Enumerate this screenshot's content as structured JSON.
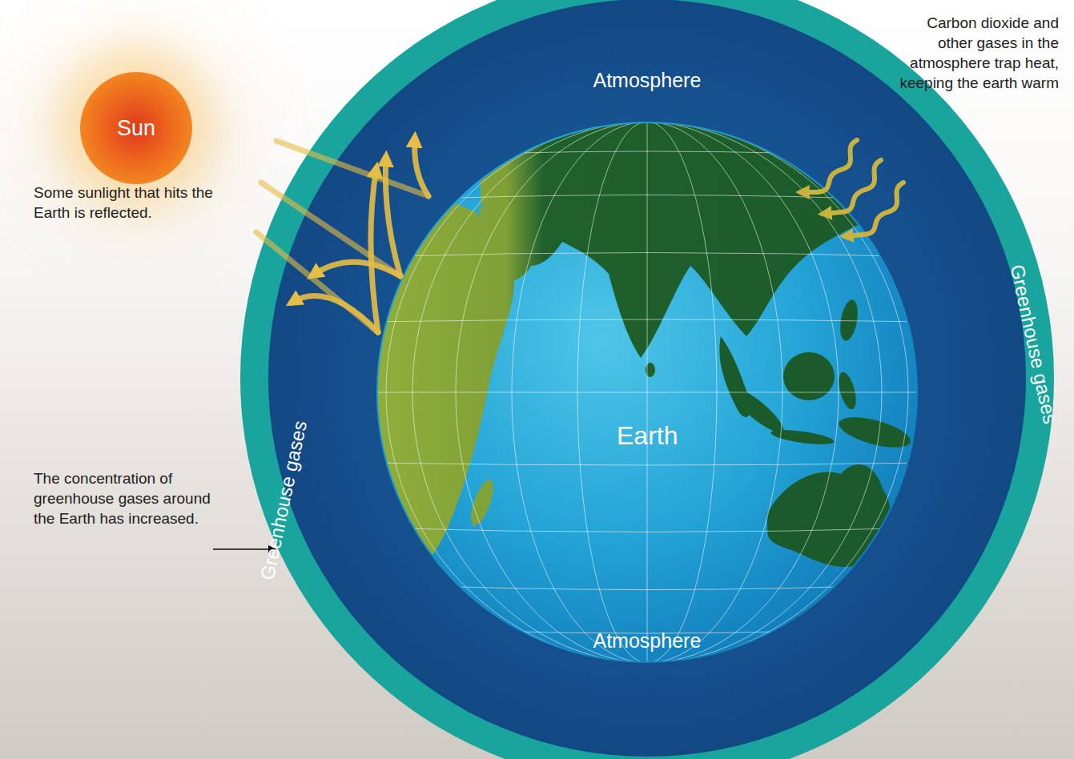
{
  "diagram": {
    "nodes": [
      {
        "text": [
          "Sun"
        ]
      },
      {
        "text": [
          "Greenhouse gases",
          "Greenhouse gases"
        ]
      },
      {
        "text": [
          "Atmosphere",
          "Atmosphere"
        ],
        "in": 1
      },
      {
        "text": [
          "Earth"
        ],
        "in": 2
      }
    ],
    "labels": [
      "Carbon dioxide and other gases in the atmosphere trap heat, keeping the earth warm",
      "Some sunlight that hits the Earth is reflected.",
      "The concentration of greenhouse gases around the Earth has increased."
    ]
  }
}
